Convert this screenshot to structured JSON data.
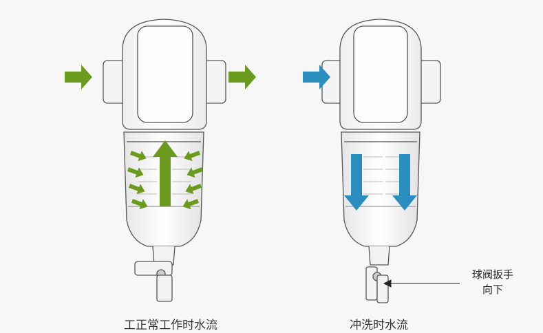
{
  "left_caption": "工正常工作时水流",
  "right_caption": "冲洗时水流",
  "callout": {
    "line1": "球阀扳手",
    "line2": "向下"
  },
  "colors": {
    "normal_flow": "#6b9a1f",
    "flush_flow": "#2a8fbf",
    "outline": "#555555"
  }
}
